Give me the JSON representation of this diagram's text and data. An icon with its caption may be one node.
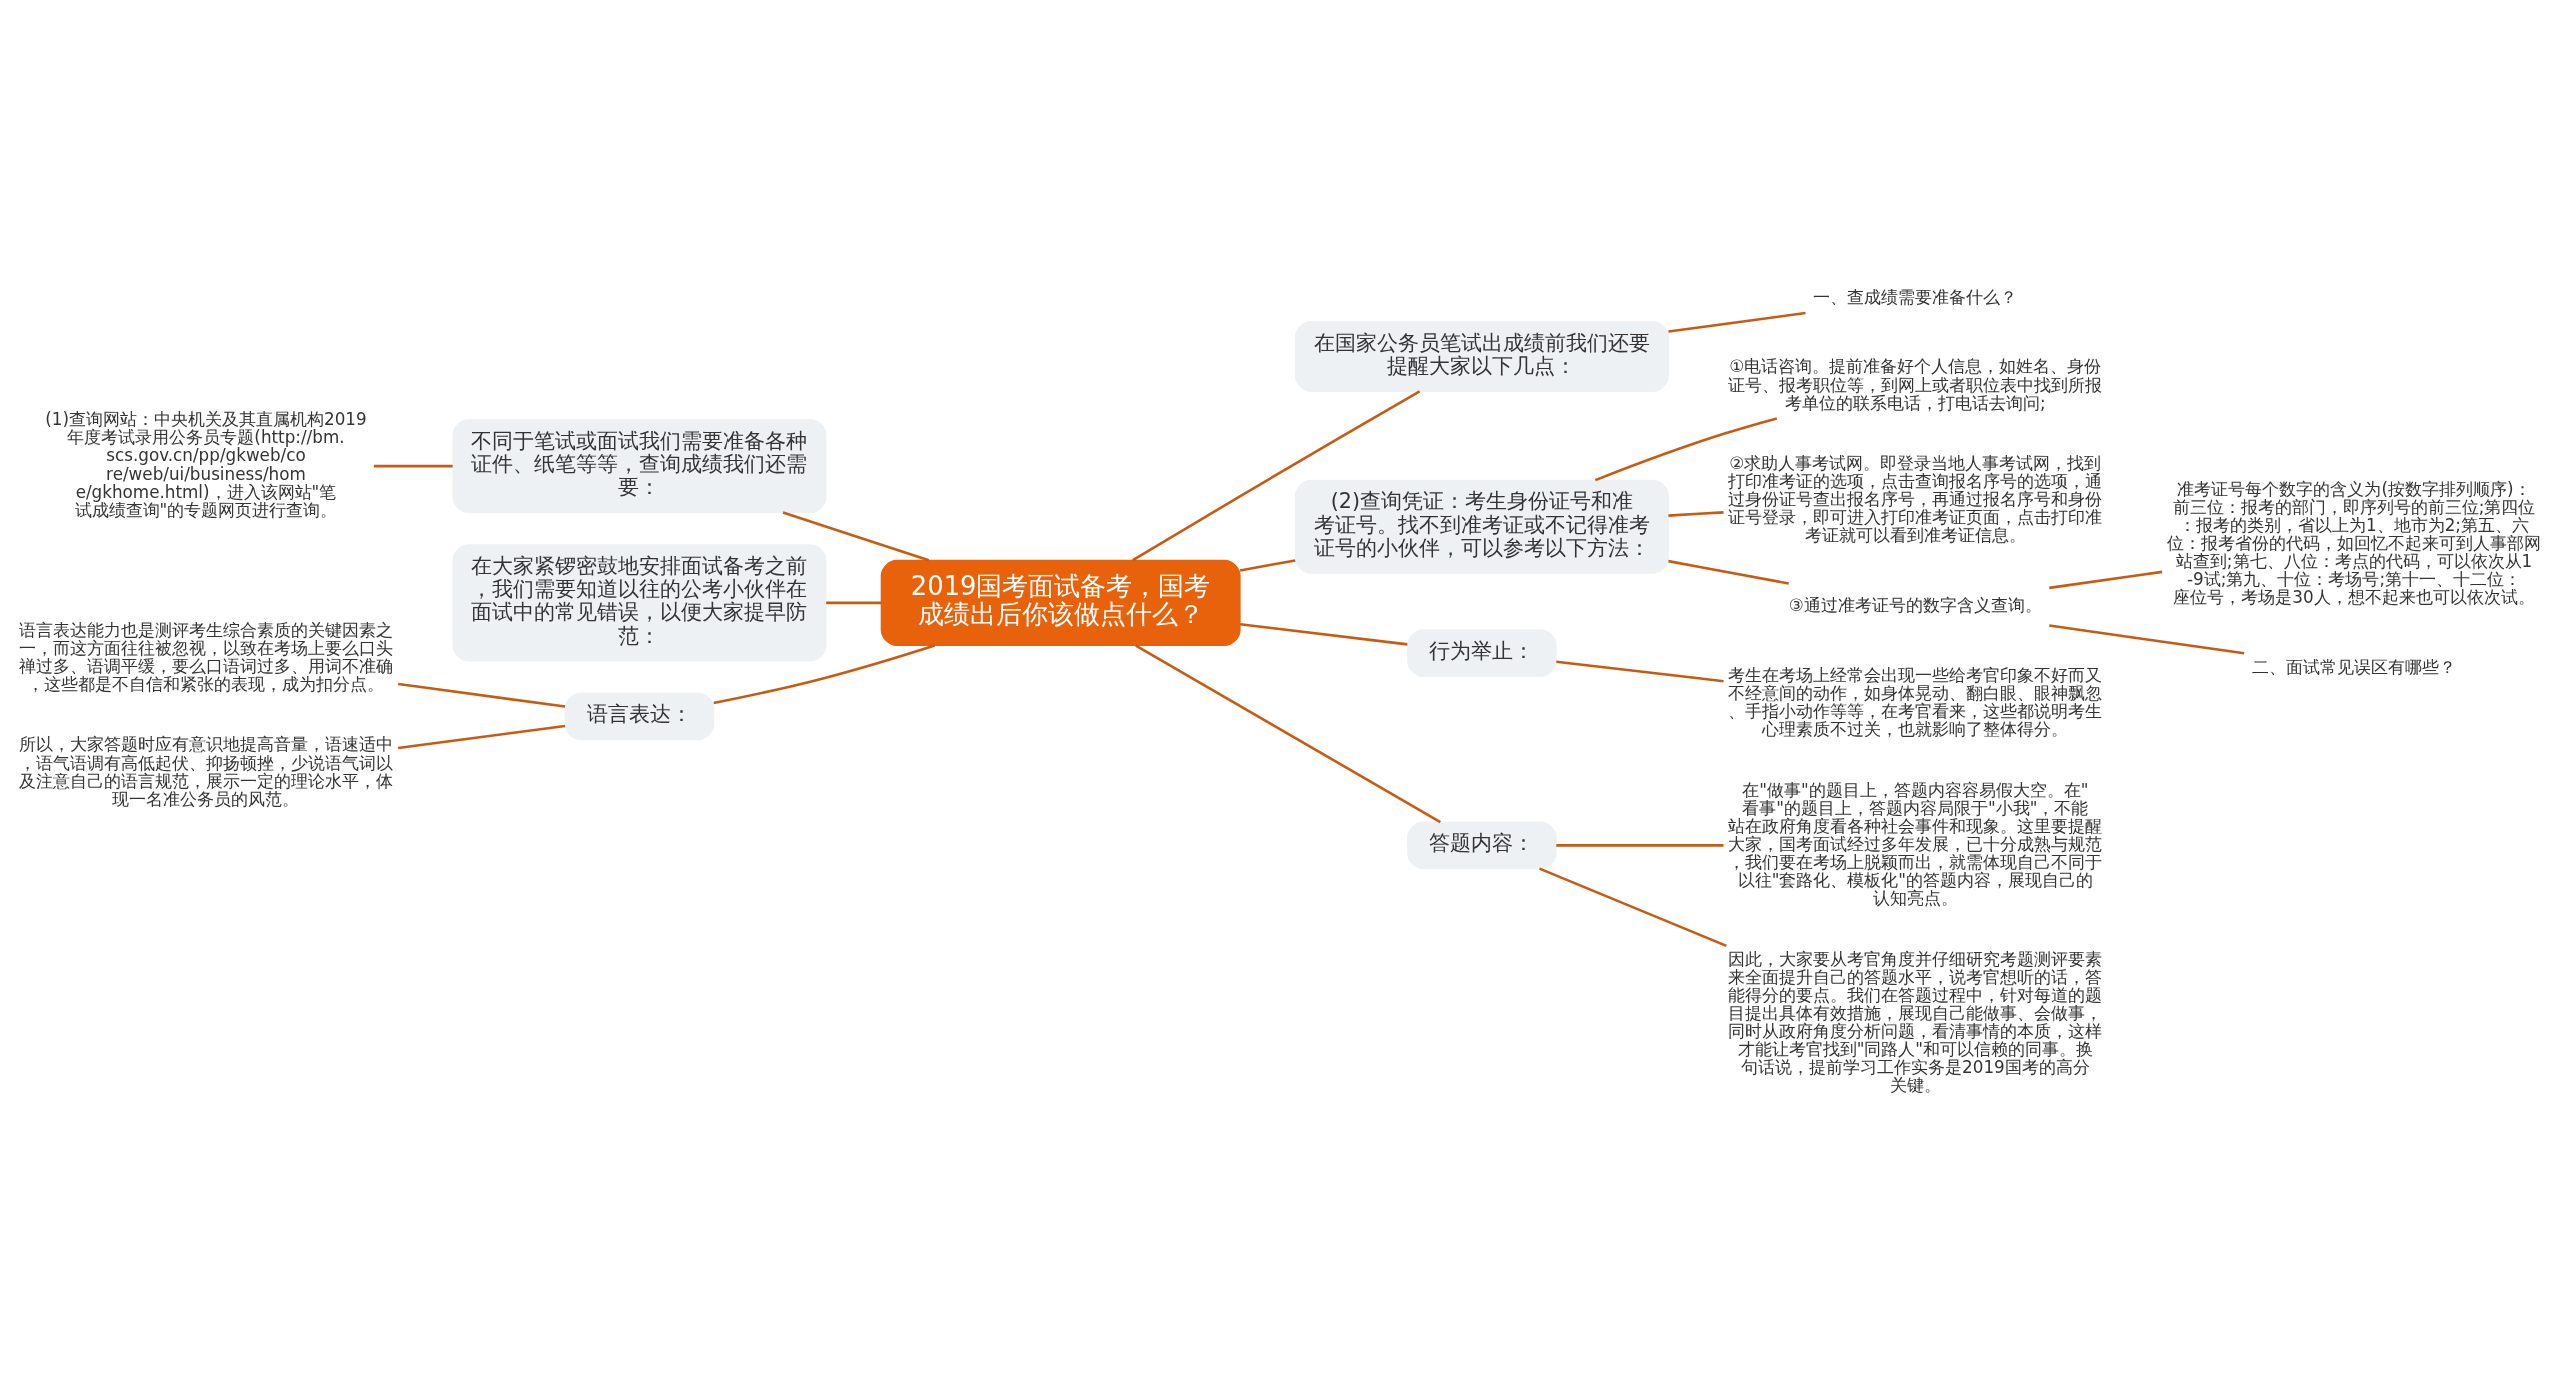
{
  "diagram": {
    "nodes": [
      {
        "text": [
          "2019国考面试备考，国考成绩出后你该做点什么？"
        ]
      },
      {
        "text": [
          "在国家公务员笔试出成绩前我们还要提醒大家以下几点："
        ]
      },
      {
        "text": [
          "一、查成绩需要准备什么？"
        ]
      },
      {
        "text": [
          "(2)查询凭证：考生身份证号和准考证号。找不到准考证或不记得准考证号的小伙伴，可以参考以下方法："
        ]
      },
      {
        "text": [
          "①电话咨询。提前准备好个人信息，如姓名、身份证号、报考职位等，到网上或者职位表中找到所报考单位的联系电话，打电话去询问;"
        ]
      },
      {
        "text": [
          "②求助人事考试网。即登录当地人事考试网，找到打印准考证的选项，点击查询报名序号的选项，通过身份证号查出报名序号，再通过报名序号和身份证号登录，即可进入打印准考证页面，点击打印准考证就可以看到准考证信息。"
        ]
      },
      {
        "text": [
          "③通过准考证号的数字含义查询。"
        ]
      },
      {
        "text": [
          "准考证号每个数字的含义为(按数字排列顺序)：前三位：报考的部门，即序列号的前三位;第四位：报考的类别，省以上为1、地市为2;第五、六位：报考省份的代码，如回忆不起来可到人事部网站查到;第七、八位：考点的代码，可以依次从1-9试;第九、十位：考场号;第十一、十二位：座位号，考场是30人，想不起来也可以依次试。"
        ]
      },
      {
        "text": [
          "二、面试常见误区有哪些？"
        ]
      },
      {
        "text": [
          "行为举止："
        ]
      },
      {
        "text": [
          "考生在考场上经常会出现一些给考官印象不好而又不经意间的动作，如身体晃动、翻白眼、眼神飘忽、手指小动作等等，在考官看来，这些都说明考生心理素质不过关，也就影响了整体得分。"
        ]
      },
      {
        "text": [
          "答题内容："
        ]
      },
      {
        "text": [
          "在\"做事\"的题目上，答题内容容易假大空。在\"看事\"的题目上，答题内容局限于\"小我\"，不能站在政府角度看各种社会事件和现象。这里要提醒大家，国考面试经过多年发展，已十分成熟与规范，我们要在考场上脱颖而出，就需体现自己不同于以往\"套路化、模板化\"的答题内容，展现自己的认知亮点。"
        ]
      },
      {
        "text": [
          "因此，大家要从考官角度并仔细研究考题测评要素来全面提升自己的答题水平，说考官想听的话，答能得分的要点。我们在答题过程中，针对每道的题目提出具体有效措施，展现自己能做事、会做事，同时从政府角度分析问题，看清事情的本质，这样才能让考官找到\"同路人\"和可以信赖的同事。换句话说，提前学习工作实务是2019国考的高分关键。"
        ]
      },
      {
        "text": [
          "不同于笔试或面试我们需要准备各种证件、纸笔等等，查询成绩我们还需要："
        ]
      },
      {
        "text": [
          "(1)查询网站：中央机关及其直属机构2019年度考试录用公务员专题(http://bm.scs.gov.cn/pp/gkweb/core/web/ui/business/home/gkhome.html)，进入该网站\"笔试成绩查询\"的专题网页进行查询。"
        ]
      },
      {
        "text": [
          "在大家紧锣密鼓地安排面试备考之前，我们需要知道以往的公考小伙伴在面试中的常见错误，以便大家提早防范："
        ]
      },
      {
        "text": [
          "语言表达："
        ]
      },
      {
        "text": [
          "语言表达能力也是测评考生综合素质的关键因素之一，而这方面往往被忽视，以致在考场上要么口头禅过多、语调平缓，要么口语词过多、用词不准确，这些都是不自信和紧张的表现，成为扣分点。"
        ]
      },
      {
        "text": [
          "所以，大家答题时应有意识地提高音量，语速适中，语气语调有高低起伏、抑扬顿挫，少说语气词以及注意自己的语言规范，展示一定的理论水平，体现一名准公务员的风范。"
        ]
      }
    ],
    "edges": [
      {
        "from": 0,
        "to": 1,
        "arrow": "none"
      },
      {
        "from": 1,
        "to": 2,
        "arrow": "none"
      },
      {
        "from": 0,
        "to": 3,
        "arrow": "none"
      },
      {
        "from": 3,
        "to": 4,
        "arrow": "none"
      },
      {
        "from": 3,
        "to": 5,
        "arrow": "none"
      },
      {
        "from": 3,
        "to": 6,
        "arrow": "none"
      },
      {
        "from": 6,
        "to": 7,
        "arrow": "none"
      },
      {
        "from": 6,
        "to": 8,
        "arrow": "none"
      },
      {
        "from": 0,
        "to": 9,
        "arrow": "none"
      },
      {
        "from": 9,
        "to": 10,
        "arrow": "none"
      },
      {
        "from": 0,
        "to": 11,
        "arrow": "none"
      },
      {
        "from": 11,
        "to": 12,
        "arrow": "none"
      },
      {
        "from": 11,
        "to": 13,
        "arrow": "none"
      },
      {
        "from": 0,
        "to": 14,
        "arrow": "none"
      },
      {
        "from": 14,
        "to": 15,
        "arrow": "none"
      },
      {
        "from": 0,
        "to": 16,
        "arrow": "none"
      },
      {
        "from": 0,
        "to": 17,
        "arrow": "none"
      },
      {
        "from": 17,
        "to": 18,
        "arrow": "none"
      },
      {
        "from": 17,
        "to": 19,
        "arrow": "none"
      }
    ]
  }
}
